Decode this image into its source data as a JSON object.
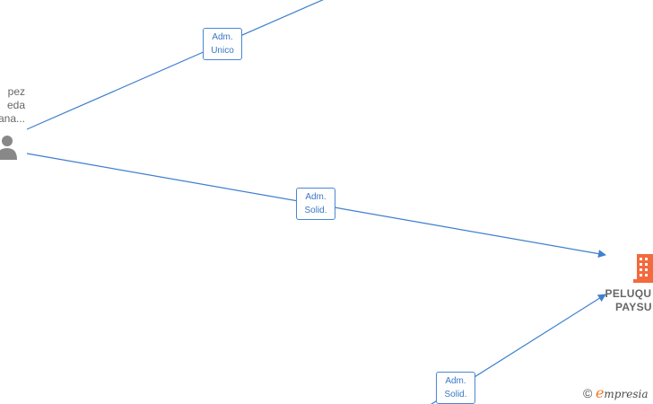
{
  "graph": {
    "person": {
      "name_lines": [
        "pez",
        "eda",
        "ana..."
      ],
      "icon": "person-icon"
    },
    "company": {
      "name_lines": [
        "PELUQU",
        "PAYSU"
      ],
      "icon": "building-icon",
      "color": "#f26a3d"
    },
    "edges": [
      {
        "label_lines": [
          "Adm.",
          "Unico"
        ]
      },
      {
        "label_lines": [
          "Adm.",
          "Solid."
        ]
      },
      {
        "label_lines": [
          "Adm.",
          "Solid."
        ]
      }
    ],
    "edge_color": "#3f7fcf"
  },
  "brand": {
    "copyright": "©",
    "initial": "e",
    "rest": "mpresia"
  }
}
